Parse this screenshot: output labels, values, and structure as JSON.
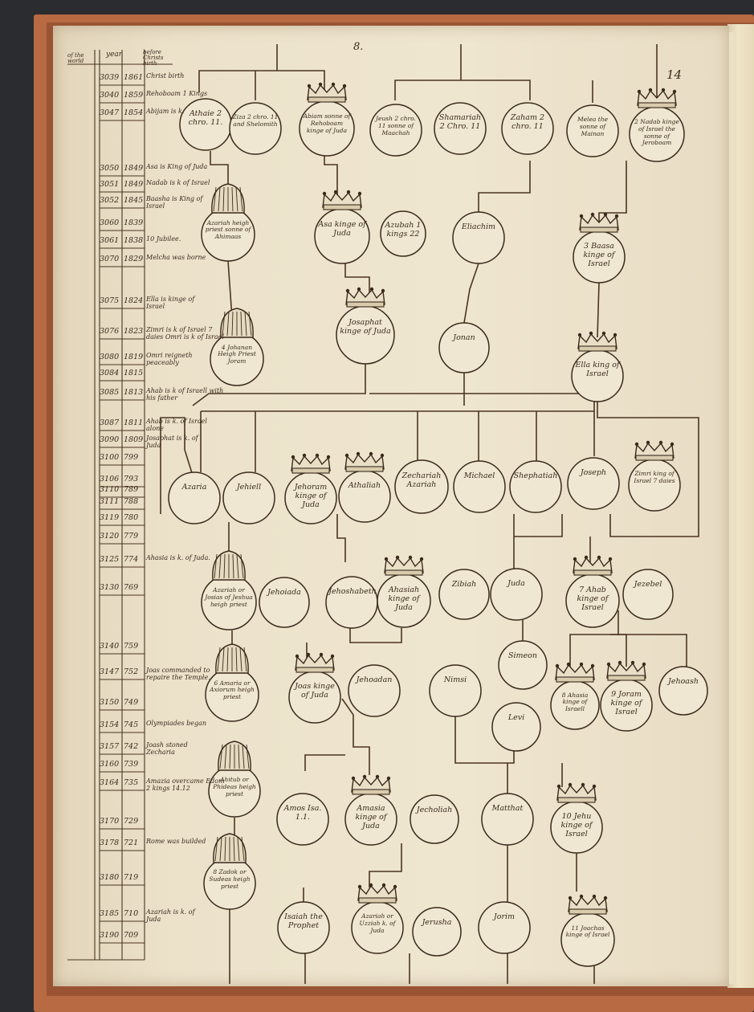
{
  "page": {
    "top_number": "8.",
    "folio": "14"
  },
  "table": {
    "header_col1": "of the world",
    "header_col2": "year",
    "header_col3": "before Christs birth"
  },
  "chronology": [
    {
      "y1": "3039",
      "y2": "1861",
      "note": "Christ birth"
    },
    {
      "y1": "3040",
      "y2": "1859",
      "note": "Rehoboam 1 Kings"
    },
    {
      "y1": "3047",
      "y2": "1854",
      "note": "Abijam is k."
    },
    {
      "y1": "3050",
      "y2": "1849",
      "note": "Asa is King of Juda"
    },
    {
      "y1": "3051",
      "y2": "1849",
      "note": "Nadab is k of Israel"
    },
    {
      "y1": "3052",
      "y2": "1845",
      "note": "Baasha is King of Israel"
    },
    {
      "y1": "3060",
      "y2": "1839",
      "note": ""
    },
    {
      "y1": "3061",
      "y2": "1838",
      "note": "10 Jubilee."
    },
    {
      "y1": "3070",
      "y2": "1829",
      "note": "Melcha was borne"
    },
    {
      "y1": "3075",
      "y2": "1824",
      "note": "Ella is kinge of Israel"
    },
    {
      "y1": "3076",
      "y2": "1823",
      "note": "Zimri is k of Israel 7 daies Omri is k of Israel"
    },
    {
      "y1": "3080",
      "y2": "1819",
      "note": "Omri reigneth peaceably"
    },
    {
      "y1": "3084",
      "y2": "1815",
      "note": ""
    },
    {
      "y1": "3085",
      "y2": "1813",
      "note": "Ahab is k of Israell with his father"
    },
    {
      "y1": "3087",
      "y2": "1811",
      "note": "Ahab is k. of Israel alone"
    },
    {
      "y1": "3090",
      "y2": "1809",
      "note": "Josaphat is k. of Juda"
    },
    {
      "y1": "3100",
      "y2": "799",
      "note": ""
    },
    {
      "y1": "3106",
      "y2": "793",
      "note": ""
    },
    {
      "y1": "3110",
      "y2": "789",
      "note": ""
    },
    {
      "y1": "3111",
      "y2": "788",
      "note": ""
    },
    {
      "y1": "3119",
      "y2": "780",
      "note": ""
    },
    {
      "y1": "3120",
      "y2": "779",
      "note": ""
    },
    {
      "y1": "3125",
      "y2": "774",
      "note": "Ahasia is k. of Juda."
    },
    {
      "y1": "3130",
      "y2": "769",
      "note": ""
    },
    {
      "y1": "3140",
      "y2": "759",
      "note": ""
    },
    {
      "y1": "3147",
      "y2": "752",
      "note": "Joas commanded to repaire the Temple."
    },
    {
      "y1": "3150",
      "y2": "749",
      "note": ""
    },
    {
      "y1": "3154",
      "y2": "745",
      "note": "Olympiades began"
    },
    {
      "y1": "3157",
      "y2": "742",
      "note": "Joash stoned Zecharia"
    },
    {
      "y1": "3160",
      "y2": "739",
      "note": ""
    },
    {
      "y1": "3164",
      "y2": "735",
      "note": "Amazia overcame Edom 2 kings 14.12"
    },
    {
      "y1": "3170",
      "y2": "729",
      "note": ""
    },
    {
      "y1": "3178",
      "y2": "721",
      "note": "Rome was builded"
    },
    {
      "y1": "3180",
      "y2": "719",
      "note": ""
    },
    {
      "y1": "3185",
      "y2": "710",
      "note": "Azariah is k. of Juda"
    },
    {
      "y1": "3190",
      "y2": "709",
      "note": ""
    }
  ],
  "persons": [
    {
      "id": "athaie",
      "label": "Athaie 2 chro. 11."
    },
    {
      "id": "ziza",
      "label": "Ziza 2 chro. 11 and Shelomith"
    },
    {
      "id": "abiam",
      "label": "Abiam sonne of Rehoboam kinge of Juda"
    },
    {
      "id": "jeush",
      "label": "Jeush 2 chro. 11 sonne of Maachah"
    },
    {
      "id": "shamariah",
      "label": "Shamariah 2 Chro. 11"
    },
    {
      "id": "zaham",
      "label": "Zaham 2 chro. 11"
    },
    {
      "id": "melea",
      "label": "Melea the sonne of Mainan"
    },
    {
      "id": "nadab",
      "label": "2 Nadab kinge of Israel the sonne of Jeroboam"
    },
    {
      "id": "azariah1",
      "label": "Azariah heigh priest sonne of Ahimaas"
    },
    {
      "id": "asa",
      "label": "Asa kinge of Juda"
    },
    {
      "id": "azubah",
      "label": "Azubah 1 kings 22"
    },
    {
      "id": "eliachim",
      "label": "Eliachim"
    },
    {
      "id": "baasa",
      "label": "3 Baasa kinge of Israel"
    },
    {
      "id": "johanan",
      "label": "4 Johanan Heigh Priest Joram"
    },
    {
      "id": "josaphat",
      "label": "Josaphat kinge of Juda"
    },
    {
      "id": "jonan",
      "label": "Jonan"
    },
    {
      "id": "ella",
      "label": "Ella king of Israel"
    },
    {
      "id": "azaria",
      "label": "Azaria"
    },
    {
      "id": "jehiell",
      "label": "Jehiell"
    },
    {
      "id": "jehoram",
      "label": "Jehoram kinge of Juda"
    },
    {
      "id": "athaliah",
      "label": "Athaliah"
    },
    {
      "id": "zechariah",
      "label": "Zechariah Azariah"
    },
    {
      "id": "michael",
      "label": "Michael"
    },
    {
      "id": "shephatiah",
      "label": "Shephatiah"
    },
    {
      "id": "joseph",
      "label": "Joseph"
    },
    {
      "id": "zimri",
      "label": "Zimri king of Israel 7 daies"
    },
    {
      "id": "azariah2",
      "label": "Azariah or Josias of Jeshua heigh priest"
    },
    {
      "id": "jehoiada",
      "label": "Jehoiada"
    },
    {
      "id": "jehoshabeth",
      "label": "Jehoshabeth"
    },
    {
      "id": "ahasiah",
      "label": "Ahasiah kinge of Juda"
    },
    {
      "id": "zibiah",
      "label": "Zibiah"
    },
    {
      "id": "juda",
      "label": "Juda"
    },
    {
      "id": "ahab",
      "label": "7 Ahab kinge of Israel"
    },
    {
      "id": "jezebel",
      "label": "Jezebel"
    },
    {
      "id": "simeon",
      "label": "Simeon"
    },
    {
      "id": "amaria",
      "label": "6 Amaria or Axiorum heigh priest"
    },
    {
      "id": "joas",
      "label": "Joas kinge of Juda"
    },
    {
      "id": "jehoadan",
      "label": "Jehoadan"
    },
    {
      "id": "nimsi",
      "label": "Nimsi"
    },
    {
      "id": "levi",
      "label": "Levi"
    },
    {
      "id": "ahasia_is",
      "label": "8 Ahasia kinge of Israell"
    },
    {
      "id": "joram",
      "label": "9 Joram kinge of Israel"
    },
    {
      "id": "jehoash",
      "label": "Jehoash"
    },
    {
      "id": "ahitub",
      "label": "Ahitub or Phideas heigh priest"
    },
    {
      "id": "amos",
      "label": "Amos Isa. 1.1."
    },
    {
      "id": "amasia",
      "label": "Amasia kinge of Juda"
    },
    {
      "id": "jecholiah",
      "label": "Jecholiah"
    },
    {
      "id": "matthat",
      "label": "Matthat"
    },
    {
      "id": "jehu",
      "label": "10 Jehu kinge of Israel"
    },
    {
      "id": "zadok",
      "label": "8 Zadok or Sudeas heigh priest"
    },
    {
      "id": "isaiah",
      "label": "Isaiah the Prophet"
    },
    {
      "id": "azariah3",
      "label": "Azariah or Uzziah k. of Juda"
    },
    {
      "id": "jerusha",
      "label": "Jerusha"
    },
    {
      "id": "jorim",
      "label": "Jorim"
    },
    {
      "id": "joachas",
      "label": "11 Joachas kinge of Israel"
    }
  ]
}
